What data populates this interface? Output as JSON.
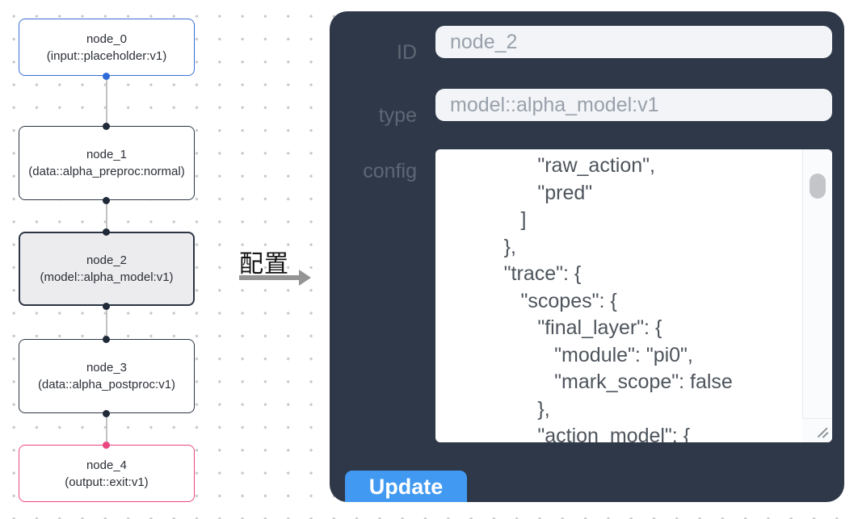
{
  "flow": {
    "nodes": [
      {
        "id": "node_0",
        "title": "node_0",
        "subtitle": "(input::placeholder:v1)",
        "kind": "input",
        "border_color": "#3a6ed5",
        "selected": false
      },
      {
        "id": "node_1",
        "title": "node_1",
        "subtitle": "(data::alpha_preproc:normal)",
        "kind": "data",
        "border_color": "#2c3544",
        "selected": false
      },
      {
        "id": "node_2",
        "title": "node_2",
        "subtitle": "(model::alpha_model:v1)",
        "kind": "model",
        "border_color": "#2c3544",
        "selected": true
      },
      {
        "id": "node_3",
        "title": "node_3",
        "subtitle": "(data::alpha_postproc:v1)",
        "kind": "data",
        "border_color": "#2c3544",
        "selected": false
      },
      {
        "id": "node_4",
        "title": "node_4",
        "subtitle": "(output::exit:v1)",
        "kind": "output",
        "border_color": "#e9477f",
        "selected": false
      }
    ],
    "edges": [
      {
        "from": "node_0",
        "to": "node_1"
      },
      {
        "from": "node_1",
        "to": "node_2"
      },
      {
        "from": "node_2",
        "to": "node_3"
      },
      {
        "from": "node_3",
        "to": "node_4"
      }
    ]
  },
  "transfer": {
    "label": "配置"
  },
  "panel": {
    "fields": [
      {
        "label": "ID",
        "value": "node_2"
      },
      {
        "label": "type",
        "value": "model::alpha_model:v1"
      },
      {
        "label": "config",
        "lines": [
          "            \"raw_action\",",
          "            \"pred\"",
          "         ]",
          "      },",
          "      \"trace\": {",
          "         \"scopes\": {",
          "            \"final_layer\": {",
          "               \"module\": \"pi0\",",
          "               \"mark_scope\": false",
          "            },",
          "            \"action_model\": {"
        ]
      }
    ],
    "update_button": "Update"
  },
  "colors": {
    "panel_background": "#2e3848",
    "button_blue": "#4199f1",
    "input_node_border": "#3a6ed5",
    "output_node_border": "#e9477f",
    "default_node_border": "#2c3544",
    "selected_node_background": "#ececee"
  }
}
